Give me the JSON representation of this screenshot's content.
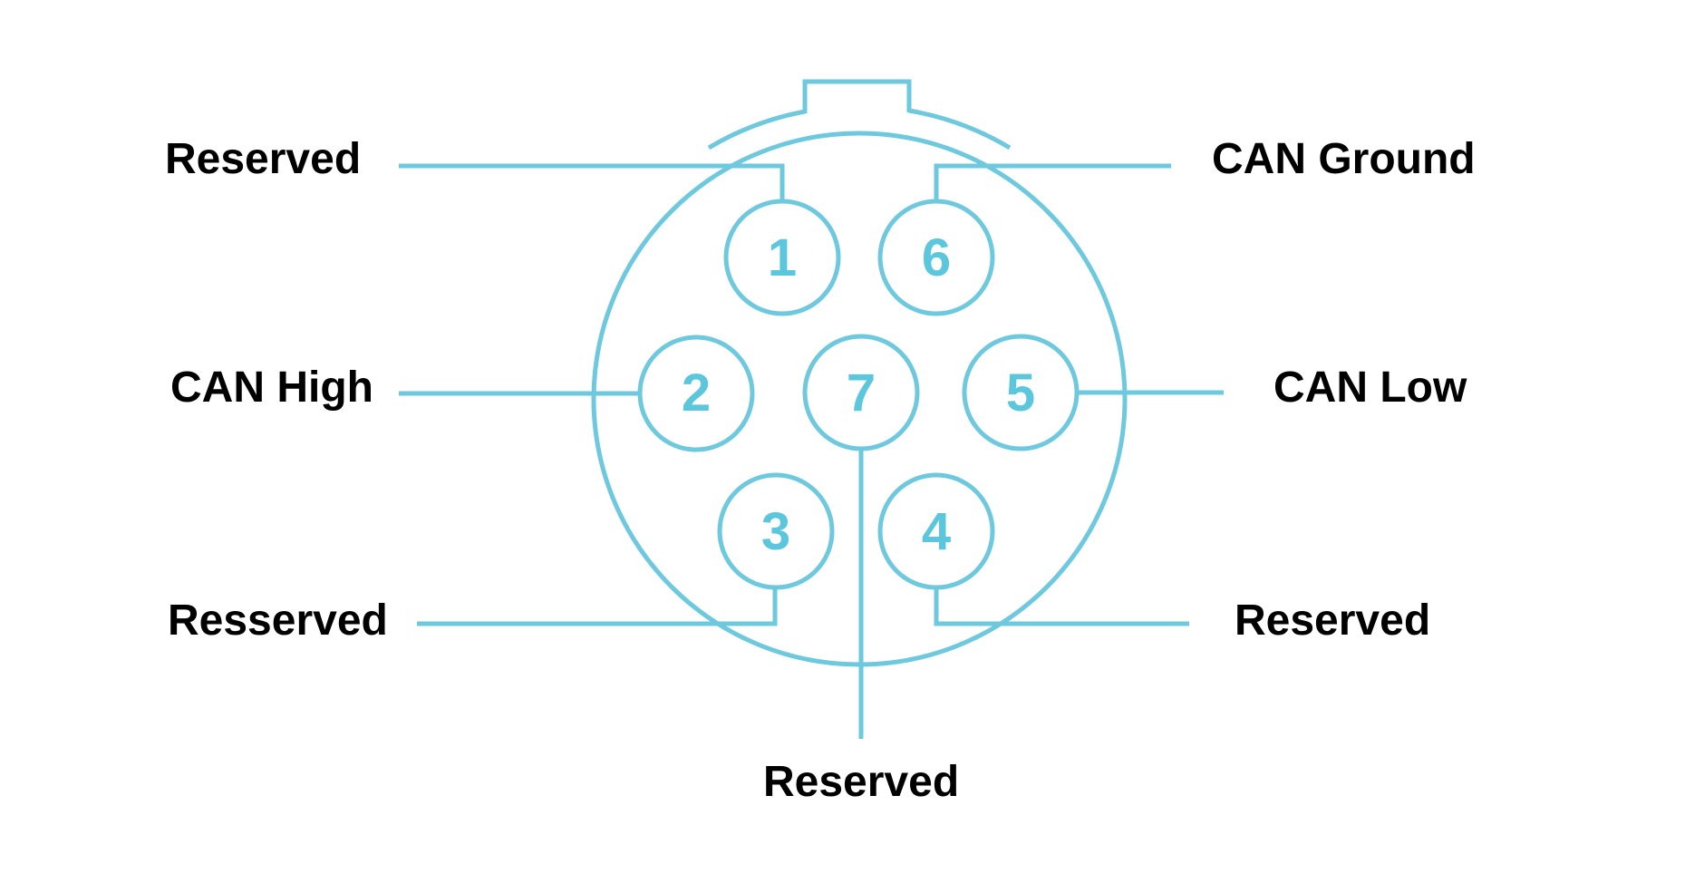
{
  "diagram": {
    "type": "connector-pinout",
    "description_visible_text_only": true
  },
  "colors": {
    "accent_blue": "#6EC8DE",
    "pin_number_blue": "#5BC6DC",
    "label_black": "#000000",
    "background": "#FFFFFF"
  },
  "connector": {
    "pins": [
      {
        "number": "1",
        "label": "Reserved",
        "label_position": "top-left"
      },
      {
        "number": "2",
        "label": "CAN High",
        "label_position": "middle-left"
      },
      {
        "number": "3",
        "label": "Resserved",
        "label_position": "bottom-left"
      },
      {
        "number": "4",
        "label": "Reserved",
        "label_position": "bottom-right"
      },
      {
        "number": "5",
        "label": "CAN Low",
        "label_position": "middle-right"
      },
      {
        "number": "6",
        "label": "CAN Ground",
        "label_position": "top-right"
      },
      {
        "number": "7",
        "label": "Reserved",
        "label_position": "bottom-center"
      }
    ]
  }
}
